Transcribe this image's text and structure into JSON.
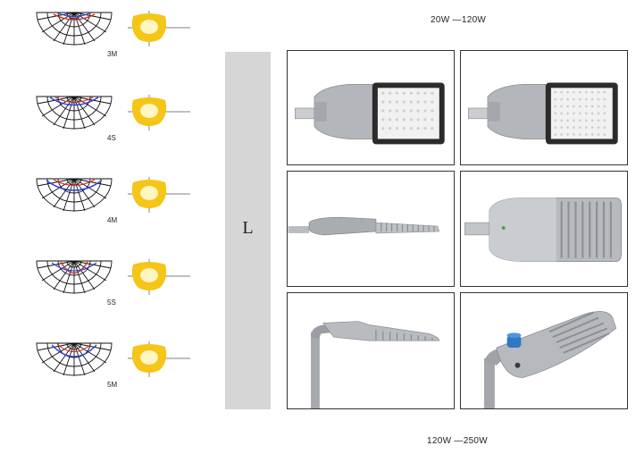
{
  "ranges": {
    "top": "20W —120W",
    "bottom": "120W —250W"
  },
  "distributions": [
    {
      "label": "3M"
    },
    {
      "label": "4S"
    },
    {
      "label": "4M"
    },
    {
      "label": "5S"
    },
    {
      "label": "5M"
    }
  ],
  "sidebar": {
    "letter": "L"
  },
  "colors": {
    "sidebar": "#d6d6d6",
    "beam": "#f5c517",
    "curve_red": "#d12a2a",
    "curve_blue": "#2b3fd6",
    "led_panel": "#f1f1f1",
    "housing": "#b3b6ba",
    "sensor": "#2f78c4"
  }
}
